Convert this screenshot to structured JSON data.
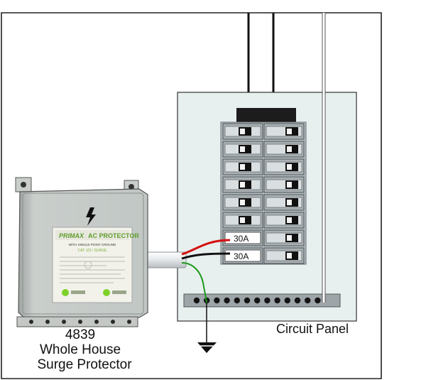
{
  "surge_protector": {
    "brand": "PRIMAX",
    "product": "AC PROTECTOR",
    "label_line": "WITH SINGLE POINT GROUND",
    "label_sub": "CAT. IZ3 / SURGE",
    "caption_lines": [
      "4839",
      "Whole House",
      "Surge Protector"
    ],
    "colors": {
      "body": "#c6cbc7",
      "label": "#f2f2ea",
      "brand_green": "#5f9d2c",
      "indicator_green": "#7fd12a"
    }
  },
  "panel": {
    "caption": "Circuit Panel",
    "breakers": [
      "",
      "",
      "",
      "",
      "",
      "",
      "30A",
      "30A"
    ],
    "colors": {
      "panel_bg": "#e8efef",
      "breaker": "#a9b0b3",
      "bus_bar": "#9ea5a8"
    }
  },
  "wires": {
    "hot1": "#111111",
    "hot2": "#d41010",
    "ground": "#1b9a1b",
    "service": "#111111"
  },
  "ground_symbol": "ground-icon"
}
